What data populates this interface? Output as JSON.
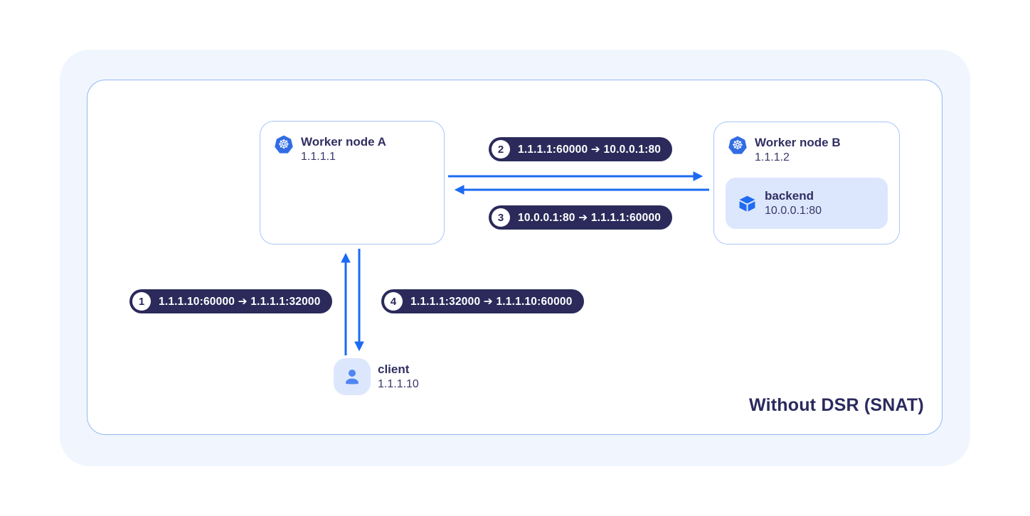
{
  "diagram": {
    "title": "Without DSR (SNAT)",
    "nodes": {
      "worker_a": {
        "name": "Worker node A",
        "ip": "1.1.1.1"
      },
      "worker_b": {
        "name": "Worker node B",
        "ip": "1.1.1.2"
      },
      "backend": {
        "name": "backend",
        "address": "10.0.0.1:80"
      },
      "client": {
        "name": "client",
        "ip": "1.1.1.10"
      }
    },
    "steps": [
      {
        "num": "1",
        "flow": "1.1.1.10:60000 ➔ 1.1.1.1:32000"
      },
      {
        "num": "2",
        "flow": "1.1.1.1:60000 ➔ 10.0.0.1:80"
      },
      {
        "num": "3",
        "flow": "10.0.0.1:80 ➔ 1.1.1.1:60000"
      },
      {
        "num": "4",
        "flow": "1.1.1.1:32000 ➔ 1.1.1.10:60000"
      }
    ],
    "icons": {
      "kubernetes": "k8s-wheel-icon",
      "backend": "cube-icon",
      "client": "person-icon",
      "kubernetes_glyph": "☸"
    },
    "colors": {
      "arrow_blue": "#1b6af3",
      "k8s_blue": "#326ce5",
      "pill_navy": "#2b2a5b",
      "light_blue_fill": "#dce7fd",
      "panel_border": "#93b8f3",
      "node_border": "#a9c7f8",
      "outer_background": "#f1f6fe",
      "text_dark_navy": "#312f62"
    }
  }
}
